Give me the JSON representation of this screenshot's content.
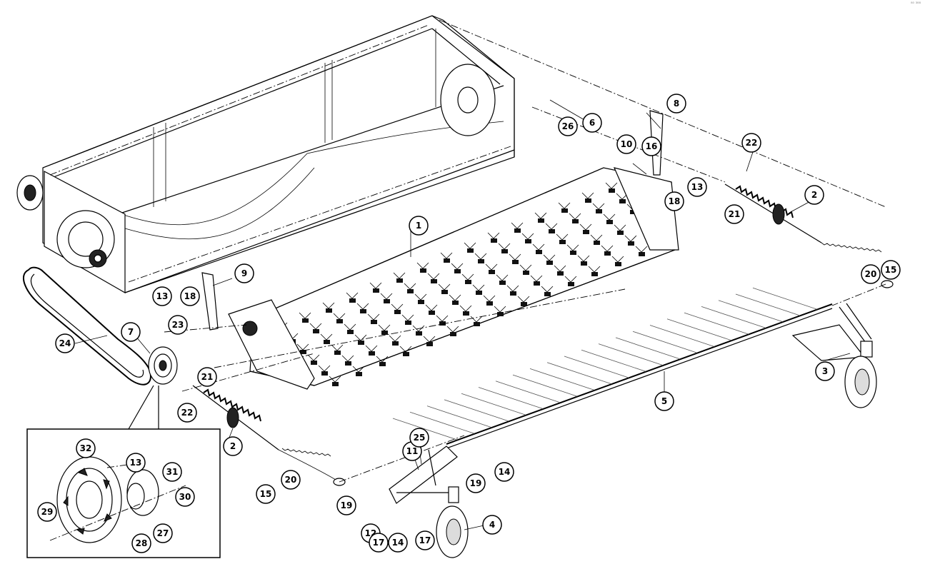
{
  "watermark": "⁸⁰ ³⁸⁸",
  "callouts": [
    {
      "id": "1",
      "label": "1"
    },
    {
      "id": "2a",
      "label": "2"
    },
    {
      "id": "2b",
      "label": "2"
    },
    {
      "id": "3",
      "label": "3"
    },
    {
      "id": "4",
      "label": "4"
    },
    {
      "id": "5",
      "label": "5"
    },
    {
      "id": "6",
      "label": "6"
    },
    {
      "id": "7",
      "label": "7"
    },
    {
      "id": "8",
      "label": "8"
    },
    {
      "id": "9",
      "label": "9"
    },
    {
      "id": "10",
      "label": "10"
    },
    {
      "id": "11",
      "label": "11"
    },
    {
      "id": "12",
      "label": "12"
    },
    {
      "id": "13a",
      "label": "13"
    },
    {
      "id": "13b",
      "label": "13"
    },
    {
      "id": "13c",
      "label": "13"
    },
    {
      "id": "14a",
      "label": "14"
    },
    {
      "id": "14b",
      "label": "14"
    },
    {
      "id": "15a",
      "label": "15"
    },
    {
      "id": "15b",
      "label": "15"
    },
    {
      "id": "16",
      "label": "16"
    },
    {
      "id": "17a",
      "label": "17"
    },
    {
      "id": "17b",
      "label": "17"
    },
    {
      "id": "18a",
      "label": "18"
    },
    {
      "id": "18b",
      "label": "18"
    },
    {
      "id": "19a",
      "label": "19"
    },
    {
      "id": "19b",
      "label": "19"
    },
    {
      "id": "20a",
      "label": "20"
    },
    {
      "id": "20b",
      "label": "20"
    },
    {
      "id": "21a",
      "label": "21"
    },
    {
      "id": "21b",
      "label": "21"
    },
    {
      "id": "22a",
      "label": "22"
    },
    {
      "id": "22b",
      "label": "22"
    },
    {
      "id": "23",
      "label": "23"
    },
    {
      "id": "24",
      "label": "24"
    },
    {
      "id": "25",
      "label": "25"
    },
    {
      "id": "26",
      "label": "26"
    },
    {
      "id": "27",
      "label": "27"
    },
    {
      "id": "28",
      "label": "28"
    },
    {
      "id": "29",
      "label": "29"
    },
    {
      "id": "30",
      "label": "30"
    },
    {
      "id": "31",
      "label": "31"
    },
    {
      "id": "32",
      "label": "32"
    }
  ]
}
